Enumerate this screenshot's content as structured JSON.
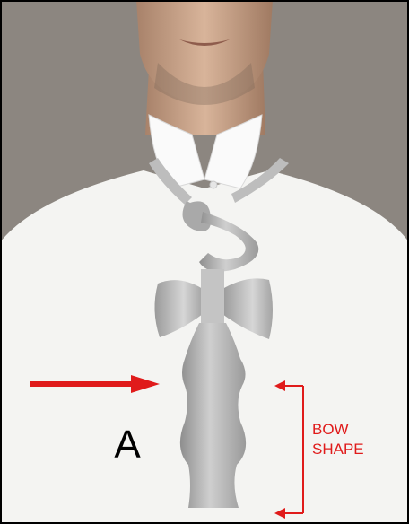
{
  "label_a": "A",
  "callout": {
    "line1": "BOW",
    "line2": "SHAPE"
  },
  "colors": {
    "background": "#8c8680",
    "shirt": "#f4f4f2",
    "skin": "#c8a48a",
    "tie": "#b6b6b6",
    "annotation": "#e01b1b",
    "frame": "#000000"
  },
  "icons": {
    "pointer": "arrow-right-icon",
    "range": "double-arrow-vertical-icon"
  }
}
